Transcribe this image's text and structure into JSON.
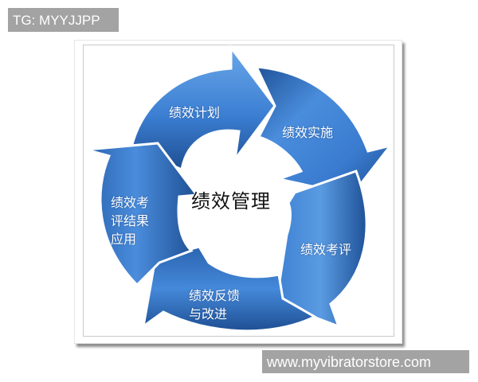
{
  "watermarks": {
    "top": "TG: MYYJJPP",
    "bottom": "www.myvibratorstore.com"
  },
  "diagram": {
    "center": "绩效管理",
    "steps": [
      {
        "id": "plan",
        "label": "绩效计划"
      },
      {
        "id": "implement",
        "label": "绩效实施"
      },
      {
        "id": "appraise",
        "label": "绩效考评"
      },
      {
        "id": "feedback",
        "label": "绩效反馈\n与改进"
      },
      {
        "id": "apply",
        "label": "绩效考\n评结果\n应用"
      }
    ],
    "colors": {
      "arrow_light": "#5b9be0",
      "arrow_mid": "#3a7bcf",
      "arrow_dark": "#1e4f93",
      "center_text": "#111111",
      "label_text": "#ffffff"
    }
  }
}
